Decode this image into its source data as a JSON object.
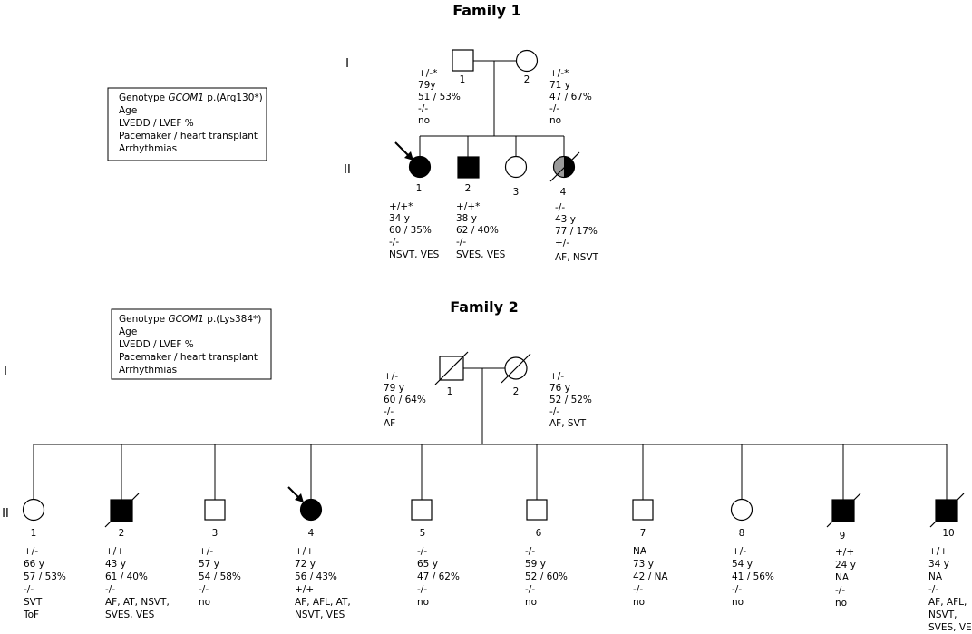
{
  "families": [
    {
      "title": "Family 1",
      "generation_labels": [
        "I",
        "II"
      ],
      "legend": [
        "Genotype ",
        "GCOM1",
        " p.(Arg130*)",
        "Age",
        "LVEDD / LVEF %",
        "Pacemaker / heart transplant",
        "Arrhythmias"
      ],
      "individuals": [
        {
          "number": "1",
          "sex": "male",
          "fill": "none",
          "deceased": false,
          "proband": false,
          "info": [
            "+/-*",
            "79y",
            "51 / 53%",
            "-/-",
            "no"
          ]
        },
        {
          "number": "2",
          "sex": "female",
          "fill": "none",
          "deceased": false,
          "proband": false,
          "info": [
            "+/-*",
            "71 y",
            "47 / 67%",
            "-/-",
            "no"
          ]
        },
        {
          "number": "1",
          "sex": "female",
          "fill": "black",
          "deceased": false,
          "proband": true,
          "info": [
            "+/+*",
            "34 y",
            "60 / 35%",
            "-/-",
            "NSVT, VES"
          ]
        },
        {
          "number": "2",
          "sex": "male",
          "fill": "black",
          "deceased": false,
          "proband": false,
          "info": [
            "+/+*",
            "38 y",
            "62 / 40%",
            "-/-",
            "SVES, VES"
          ]
        },
        {
          "number": "3",
          "sex": "female",
          "fill": "none",
          "deceased": false,
          "proband": false,
          "info": []
        },
        {
          "number": "4",
          "sex": "female",
          "fill": "half-grey-black",
          "deceased": true,
          "proband": false,
          "info": [
            "-/-",
            "43 y",
            "77 / 17%",
            "+/-",
            "AF, NSVT"
          ]
        }
      ]
    },
    {
      "title": "Family 2",
      "generation_labels": [
        "I",
        "II"
      ],
      "legend": [
        "Genotype ",
        "GCOM1",
        " p.(Lys384*)",
        "Age",
        "LVEDD / LVEF %",
        "Pacemaker / heart transplant",
        "Arrhythmias"
      ],
      "individuals": [
        {
          "number": "1",
          "sex": "male",
          "fill": "none",
          "deceased": true,
          "proband": false,
          "info": [
            "+/-",
            "79 y",
            "60 / 64%",
            "-/-",
            "AF"
          ]
        },
        {
          "number": "2",
          "sex": "female",
          "fill": "none",
          "deceased": true,
          "proband": false,
          "info": [
            "+/-",
            "76 y",
            "52 / 52%",
            "-/-",
            "AF, SVT"
          ]
        },
        {
          "number": "1",
          "sex": "female",
          "fill": "none",
          "deceased": false,
          "proband": false,
          "info": [
            "+/-",
            "66 y",
            "57 / 53%",
            "-/-",
            "SVT",
            "ToF"
          ]
        },
        {
          "number": "2",
          "sex": "male",
          "fill": "black",
          "deceased": true,
          "proband": false,
          "info": [
            "+/+",
            "43 y",
            "61 / 40%",
            "-/-",
            "AF, AT, NSVT,",
            "SVES, VES"
          ]
        },
        {
          "number": "3",
          "sex": "male",
          "fill": "none",
          "deceased": false,
          "proband": false,
          "info": [
            "+/-",
            "57 y",
            "54 / 58%",
            "-/-",
            "no"
          ]
        },
        {
          "number": "4",
          "sex": "female",
          "fill": "black",
          "deceased": false,
          "proband": true,
          "info": [
            "+/+",
            "72 y",
            "56 / 43%",
            "+/+",
            "AF, AFL, AT,",
            "NSVT, VES"
          ]
        },
        {
          "number": "5",
          "sex": "male",
          "fill": "none",
          "deceased": false,
          "proband": false,
          "info": [
            "-/-",
            "65 y",
            "47 / 62%",
            "-/-",
            "no"
          ]
        },
        {
          "number": "6",
          "sex": "male",
          "fill": "none",
          "deceased": false,
          "proband": false,
          "info": [
            "-/-",
            "59 y",
            "52 / 60%",
            "-/-",
            "no"
          ]
        },
        {
          "number": "7",
          "sex": "male",
          "fill": "none",
          "deceased": false,
          "proband": false,
          "info": [
            "NA",
            "73 y",
            "42 / NA",
            "-/-",
            "no"
          ]
        },
        {
          "number": "8",
          "sex": "female",
          "fill": "none",
          "deceased": false,
          "proband": false,
          "info": [
            "+/-",
            "54 y",
            "41 / 56%",
            "-/-",
            "no"
          ]
        },
        {
          "number": "9",
          "sex": "male",
          "fill": "black",
          "deceased": true,
          "proband": false,
          "info": [
            "+/+",
            "24 y",
            "NA",
            "-/-",
            "no"
          ]
        },
        {
          "number": "10",
          "sex": "male",
          "fill": "black",
          "deceased": true,
          "proband": false,
          "info": [
            "+/+",
            "34 y",
            "NA",
            "-/-",
            "AF, AFL,",
            "NSVT,",
            "SVES, VES"
          ]
        }
      ]
    }
  ]
}
